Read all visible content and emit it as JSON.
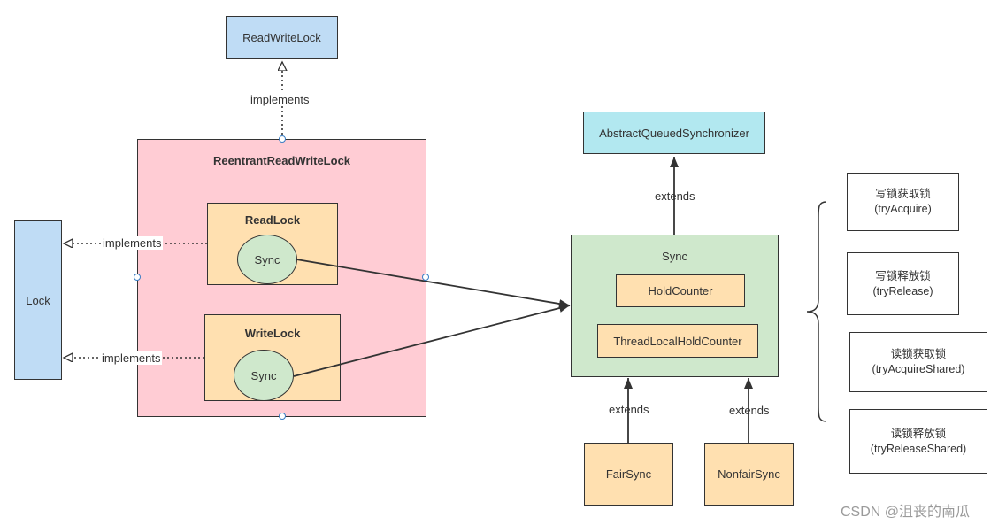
{
  "nodes": {
    "read_write_lock": "ReadWriteLock",
    "reentrant_read_write_lock": "ReentrantReadWriteLock",
    "read_lock": "ReadLock",
    "write_lock": "WriteLock",
    "read_lock_sync": "Sync",
    "write_lock_sync": "Sync",
    "lock": "Lock",
    "aqs": "AbstractQueuedSynchronizer",
    "sync": "Sync",
    "hold_counter": "HoldCounter",
    "thread_local_hold_counter": "ThreadLocalHoldCounter",
    "fair_sync": "FairSync",
    "nonfair_sync": "NonfairSync"
  },
  "edge_labels": {
    "implements_rwl": "implements",
    "implements_readlock": "implements",
    "implements_writelock": "implements",
    "extends_aqs": "extends",
    "extends_fair": "extends",
    "extends_nonfair": "extends"
  },
  "methods": [
    {
      "name": "写锁获取锁",
      "method": "(tryAcquire)"
    },
    {
      "name": "写锁释放锁",
      "method": "(tryRelease)"
    },
    {
      "name": "读锁获取锁",
      "method": "(tryAcquireShared)"
    },
    {
      "name": "读锁释放锁",
      "method": "(tryReleaseShared)"
    }
  ],
  "watermark": "CSDN @沮丧的南瓜",
  "colors": {
    "blue": "#bfdcf5",
    "cyan": "#b2e8f0",
    "pink": "#ffccd4",
    "orange": "#ffe0b0",
    "green": "#cfe8cc",
    "line": "#333333",
    "handle": "#3a7dc4"
  }
}
